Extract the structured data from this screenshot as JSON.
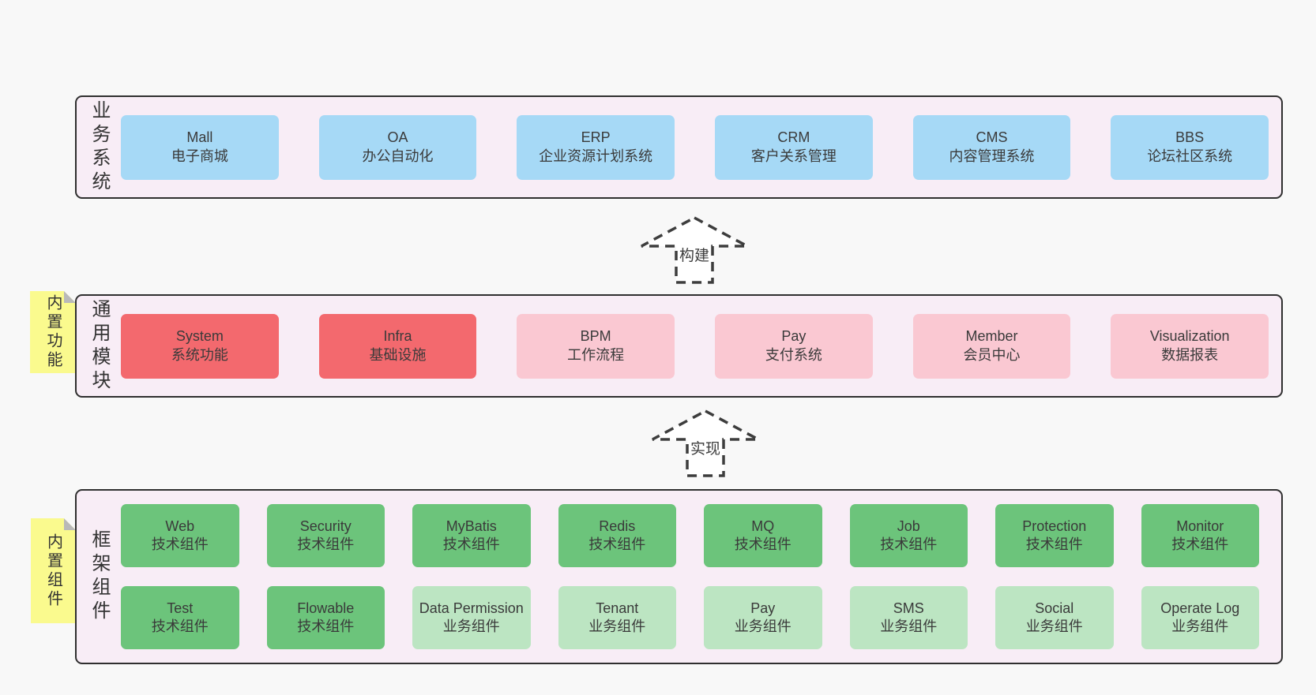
{
  "colors": {
    "page_bg": "#f8f8f8",
    "band_bg": "#f8edf6",
    "band_border": "#2f2f2f",
    "blue_box": "#a6d9f6",
    "red_box": "#f3696e",
    "pink_box": "#fac8d2",
    "green_box": "#6cc47b",
    "light_green_box": "#bce5c2",
    "sticky_bg": "#fafa8e",
    "sticky_fold": "#b9b9b9",
    "text": "#3a3a3a"
  },
  "arrows": {
    "build": {
      "label": "构建"
    },
    "implement": {
      "label": "实现"
    }
  },
  "layers": {
    "business": {
      "label": "业务系统",
      "boxes": [
        {
          "en": "Mall",
          "zh": "电子商城"
        },
        {
          "en": "OA",
          "zh": "办公自动化"
        },
        {
          "en": "ERP",
          "zh": "企业资源计划系统"
        },
        {
          "en": "CRM",
          "zh": "客户关系管理"
        },
        {
          "en": "CMS",
          "zh": "内容管理系统"
        },
        {
          "en": "BBS",
          "zh": "论坛社区系统"
        }
      ]
    },
    "modules": {
      "label": "通用模块",
      "sticky": "内置功能",
      "boxes": [
        {
          "en": "System",
          "zh": "系统功能"
        },
        {
          "en": "Infra",
          "zh": "基础设施"
        },
        {
          "en": "BPM",
          "zh": "工作流程"
        },
        {
          "en": "Pay",
          "zh": "支付系统"
        },
        {
          "en": "Member",
          "zh": "会员中心"
        },
        {
          "en": "Visualization",
          "zh": "数据报表"
        }
      ]
    },
    "components": {
      "label": "框架组件",
      "sticky": "内置组件",
      "rows": [
        [
          {
            "en": "Web",
            "zh": "技术组件"
          },
          {
            "en": "Security",
            "zh": "技术组件"
          },
          {
            "en": "MyBatis",
            "zh": "技术组件"
          },
          {
            "en": "Redis",
            "zh": "技术组件"
          },
          {
            "en": "MQ",
            "zh": "技术组件"
          },
          {
            "en": "Job",
            "zh": "技术组件"
          },
          {
            "en": "Protection",
            "zh": "技术组件"
          },
          {
            "en": "Monitor",
            "zh": "技术组件"
          }
        ],
        [
          {
            "en": "Test",
            "zh": "技术组件"
          },
          {
            "en": "Flowable",
            "zh": "技术组件"
          },
          {
            "en": "Data Permission",
            "zh": "业务组件"
          },
          {
            "en": "Tenant",
            "zh": "业务组件"
          },
          {
            "en": "Pay",
            "zh": "业务组件"
          },
          {
            "en": "SMS",
            "zh": "业务组件"
          },
          {
            "en": "Social",
            "zh": "业务组件"
          },
          {
            "en": "Operate Log",
            "zh": "业务组件"
          }
        ]
      ]
    }
  }
}
